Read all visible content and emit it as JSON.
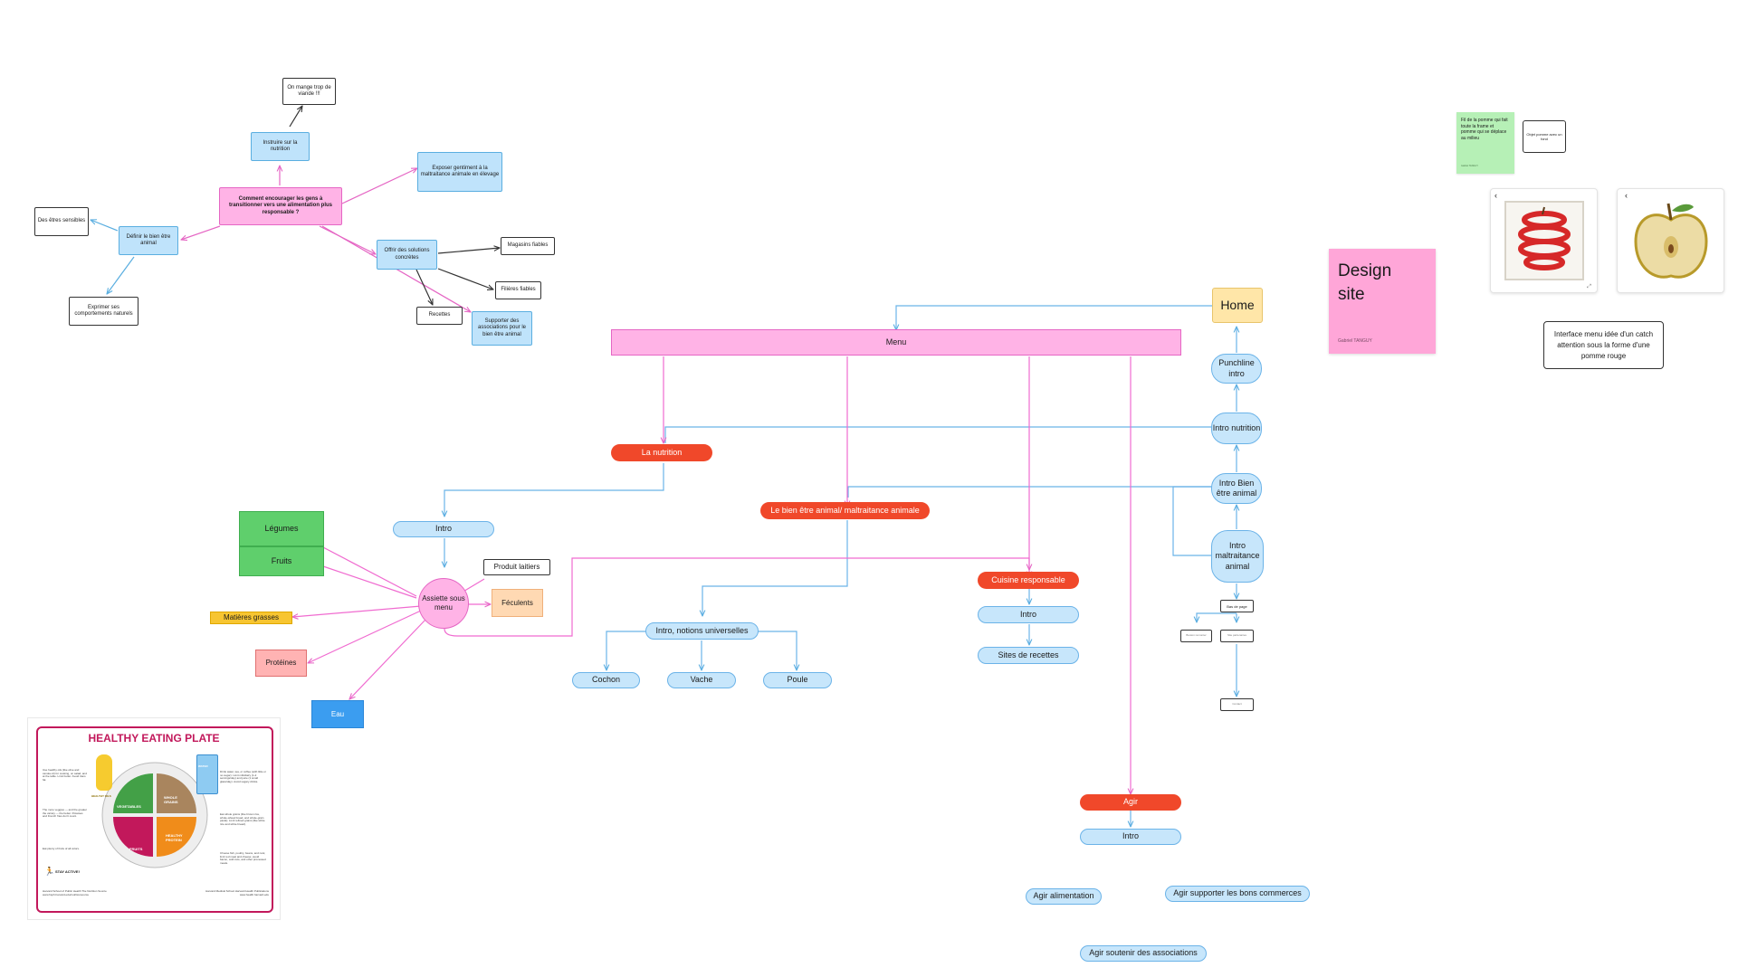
{
  "mindmap": {
    "center": "Comment encourager les gens à transitionner vers une alimentation plus responsable ?",
    "instruire": "Instruire sur la nutrition",
    "mange": "On mange trop de viande !!!",
    "exposer": "Exposer gentiment à la maltraitance animale en élevage",
    "definir": "Définir le bien être animal",
    "etres": "Des êtres sensibles",
    "exprimer": "Exprimer ses comportements naturels",
    "offrir": "Offrir des solutions concrètes",
    "magasins": "Magasins fiables",
    "filieres": "Filières fiables",
    "recettes": "Recettes",
    "supporter": "Supporter des associations pour le bien être animal"
  },
  "flow": {
    "home": "Home",
    "menu": "Menu",
    "punchline": "Punchline intro",
    "intro_nutrition": "Intro nutrition",
    "intro_bien_etre": "Intro Bien être animal",
    "intro_maltraitance": "Intro maltraitance animal",
    "bas_de_page": "Bas de page",
    "small_a": "Bouton remonter",
    "small_b": "Site partenaires",
    "small_c": "Contact",
    "la_nutrition": "La nutrition",
    "intro": "Intro",
    "bien_etre": "Le bien être animal/ maltraitance animale",
    "intro_notions": "Intro, notions universelles",
    "cochon": "Cochon",
    "vache": "Vache",
    "poule": "Poule",
    "cuisine": "Cuisine responsable",
    "cuisine_intro": "Intro",
    "sites_recettes": "Sites de recettes",
    "agir": "Agir",
    "agir_intro": "Intro",
    "agir_alimentation": "Agir alimentation",
    "agir_commerces": "Agir supporter les bons commerces",
    "agir_associations": "Agir soutenir des associations"
  },
  "plate": {
    "assiette": "Assiette sous menu",
    "legumes": "Légumes",
    "fruits": "Fruits",
    "produits": "Produit laitiers",
    "feculents": "Féculents",
    "matieres": "Matières grasses",
    "proteines": "Protéines",
    "eau": "Eau"
  },
  "sticky": {
    "title": "Design site",
    "author": "Gabriel TANGUY",
    "note": "Fil de la pomme qui fait toute la frame et pomme qui se déplace au milieu",
    "note_author": "Gabriel TANGUY",
    "idea": "Objet pomme avec un fond",
    "caption": "Interface menu idée d'un catch attention sous la forme d'une pomme rouge"
  },
  "healthy_plate": {
    "title": "HEALTHY EATING PLATE",
    "oils": "HEALTHY OILS",
    "water": "WATER",
    "vegetables": "VEGETABLES",
    "whole_grains": "WHOLE GRAINS",
    "fruits": "FRUITS",
    "protein": "HEALTHY PROTEIN",
    "stay_active": "STAY ACTIVE!",
    "left_text_1": "Use healthy oils (like olive and canola oil) for cooking, on salad, and at the table. Limit butter. Avoid trans fat.",
    "left_text_2": "The more veggies — and the greater the variety — the better. Potatoes and French fries don't count.",
    "left_text_3": "Eat plenty of fruits of all colors.",
    "right_text_1": "Drink water, tea, or coffee (with little or no sugar). Limit milk/dairy (1-2 servings/day) and juice (1 small glass/day). Avoid sugary drinks.",
    "right_text_2": "Eat whole grains (like brown rice, whole-wheat bread, and whole-grain pasta). Limit refined grains (like white rice and white bread).",
    "right_text_3": "Choose fish, poultry, beans, and nuts; limit red meat and cheese; avoid bacon, cold cuts, and other processed meats.",
    "footer_left": "Harvard School of Public Health The Nutrition Source www.hsph.harvard.edu/nutritionsource",
    "footer_right": "Harvard Medical School Harvard Health Publications www.health.harvard.edu"
  },
  "colors": {
    "pink_line": "#f06bd0",
    "blue_line": "#6bb3e8",
    "red_node": "#f0482a",
    "sticky_pink": "#ffa6d8",
    "sticky_green": "#b6f0b6",
    "home_yellow": "#ffe6a8"
  }
}
